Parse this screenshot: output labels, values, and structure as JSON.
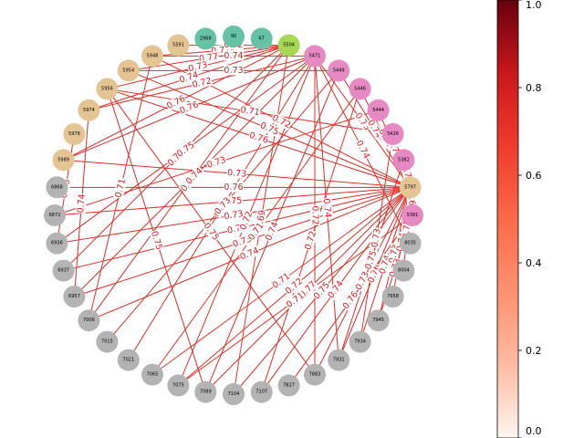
{
  "chart_data": {
    "type": "network",
    "layout": "circular",
    "colorbar": {
      "min": 0.0,
      "max": 1.0,
      "ticks": [
        "0.0",
        "0.2",
        "0.4",
        "0.6",
        "0.8",
        "1.0"
      ],
      "colormap": [
        "#fff5f0",
        "#fcbba1",
        "#fc9272",
        "#fb6a4a",
        "#ef3b2c",
        "#cb181d",
        "#67000d"
      ]
    },
    "group_colors": {
      "tan": "#e5c494",
      "teal": "#66c2a5",
      "lime": "#a6d854",
      "pink": "#e78ac3",
      "gray": "#b3b3b3"
    },
    "nodes": [
      {
        "id": "90",
        "group": "teal"
      },
      {
        "id": "67",
        "group": "teal"
      },
      {
        "id": "5504",
        "group": "lime"
      },
      {
        "id": "5471",
        "group": "pink"
      },
      {
        "id": "5449",
        "group": "pink"
      },
      {
        "id": "5446",
        "group": "pink"
      },
      {
        "id": "5444",
        "group": "pink"
      },
      {
        "id": "5426",
        "group": "pink"
      },
      {
        "id": "5382",
        "group": "pink"
      },
      {
        "id": "5797",
        "group": "tan"
      },
      {
        "id": "5381",
        "group": "pink"
      },
      {
        "id": "8035",
        "group": "gray"
      },
      {
        "id": "8004",
        "group": "gray"
      },
      {
        "id": "7958",
        "group": "gray"
      },
      {
        "id": "7945",
        "group": "gray"
      },
      {
        "id": "7934",
        "group": "gray"
      },
      {
        "id": "7931",
        "group": "gray"
      },
      {
        "id": "7883",
        "group": "gray"
      },
      {
        "id": "7827",
        "group": "gray"
      },
      {
        "id": "7107",
        "group": "gray"
      },
      {
        "id": "7104",
        "group": "gray"
      },
      {
        "id": "7089",
        "group": "gray"
      },
      {
        "id": "7075",
        "group": "gray"
      },
      {
        "id": "7065",
        "group": "gray"
      },
      {
        "id": "7021",
        "group": "gray"
      },
      {
        "id": "7015",
        "group": "gray"
      },
      {
        "id": "7006",
        "group": "gray"
      },
      {
        "id": "6957",
        "group": "gray"
      },
      {
        "id": "6937",
        "group": "gray"
      },
      {
        "id": "6936",
        "group": "gray"
      },
      {
        "id": "6872",
        "group": "gray"
      },
      {
        "id": "6868",
        "group": "gray"
      },
      {
        "id": "5989",
        "group": "tan"
      },
      {
        "id": "5978",
        "group": "tan"
      },
      {
        "id": "5974",
        "group": "tan"
      },
      {
        "id": "5956",
        "group": "tan"
      },
      {
        "id": "5954",
        "group": "tan"
      },
      {
        "id": "5948",
        "group": "tan"
      },
      {
        "id": "5591",
        "group": "tan"
      },
      {
        "id": "2968",
        "group": "teal"
      }
    ],
    "edges": [
      {
        "source": "5797",
        "target": "5956",
        "weight": 0.76
      },
      {
        "source": "5797",
        "target": "5989",
        "weight": 0.73
      },
      {
        "source": "5797",
        "target": "6868",
        "weight": 0.76
      },
      {
        "source": "5797",
        "target": "6872",
        "weight": 0.75
      },
      {
        "source": "5797",
        "target": "6936",
        "weight": 0.73
      },
      {
        "source": "5797",
        "target": "6937",
        "weight": 0.74
      },
      {
        "source": "5797",
        "target": "6957",
        "weight": 0.73
      },
      {
        "source": "5797",
        "target": "7006",
        "weight": 0.74
      },
      {
        "source": "5797",
        "target": "7065",
        "weight": 0.71
      },
      {
        "source": "5797",
        "target": "7075",
        "weight": 0.72
      },
      {
        "source": "5797",
        "target": "7089",
        "weight": 0.77
      },
      {
        "source": "5797",
        "target": "7104",
        "weight": 0.75
      },
      {
        "source": "5797",
        "target": "7107",
        "weight": 0.74
      },
      {
        "source": "5797",
        "target": "7883",
        "weight": 0.73
      },
      {
        "source": "5797",
        "target": "7931",
        "weight": 0.76
      },
      {
        "source": "5797",
        "target": "7934",
        "weight": 0.74
      },
      {
        "source": "5797",
        "target": "7945",
        "weight": 0.73
      },
      {
        "source": "5797",
        "target": "7958",
        "weight": 0.74
      },
      {
        "source": "5797",
        "target": "8004",
        "weight": 0.75
      },
      {
        "source": "5797",
        "target": "8035",
        "weight": 0.74
      },
      {
        "source": "5797",
        "target": "5471",
        "weight": 0.73
      },
      {
        "source": "5797",
        "target": "5449",
        "weight": 0.74
      },
      {
        "source": "5797",
        "target": "5446",
        "weight": 0.74
      },
      {
        "source": "5797",
        "target": "5444",
        "weight": 0.74
      },
      {
        "source": "5797",
        "target": "5426",
        "weight": 0.74
      },
      {
        "source": "5797",
        "target": "5382",
        "weight": 0.74
      },
      {
        "source": "5797",
        "target": "5948",
        "weight": 0.72
      },
      {
        "source": "5797",
        "target": "5954",
        "weight": 0.75
      },
      {
        "source": "5504",
        "target": "5948",
        "weight": 0.71
      },
      {
        "source": "5504",
        "target": "5954",
        "weight": 0.77
      },
      {
        "source": "5504",
        "target": "5956",
        "weight": 0.73
      },
      {
        "source": "5504",
        "target": "5974",
        "weight": 0.74
      },
      {
        "source": "5504",
        "target": "5989",
        "weight": 0.76
      },
      {
        "source": "5504",
        "target": "6937",
        "weight": 0.75
      },
      {
        "source": "5504",
        "target": "7006",
        "weight": 0.73
      },
      {
        "source": "5504",
        "target": "7104",
        "weight": 0.69
      },
      {
        "source": "5504",
        "target": "5591",
        "weight": 0.72
      },
      {
        "source": "5471",
        "target": "6957",
        "weight": 0.74
      },
      {
        "source": "5471",
        "target": "7075",
        "weight": 0.72
      },
      {
        "source": "5471",
        "target": "7021",
        "weight": 0.73
      },
      {
        "source": "5471",
        "target": "7883",
        "weight": 0.72
      },
      {
        "source": "5471",
        "target": "7931",
        "weight": 0.74
      },
      {
        "source": "5471",
        "target": "6936",
        "weight": 0.75
      },
      {
        "source": "5449",
        "target": "7015",
        "weight": 0.73
      },
      {
        "source": "5449",
        "target": "7089",
        "weight": 0.74
      },
      {
        "source": "5446",
        "target": "7065",
        "weight": 0.71
      },
      {
        "source": "5446",
        "target": "7107",
        "weight": 0.72
      },
      {
        "source": "5444",
        "target": "6872",
        "weight": 0.73
      },
      {
        "source": "5426",
        "target": "7934",
        "weight": 0.73
      },
      {
        "source": "5956",
        "target": "7883",
        "weight": 0.75
      },
      {
        "source": "5956",
        "target": "7089",
        "weight": 0.75
      },
      {
        "source": "5948",
        "target": "7006",
        "weight": 0.71
      },
      {
        "source": "5974",
        "target": "6957",
        "weight": 0.74
      },
      {
        "source": "5978",
        "target": "6936",
        "weight": 0.73
      },
      {
        "source": "5989",
        "target": "5471",
        "weight": 0.76
      },
      {
        "source": "5954",
        "target": "5449",
        "weight": 0.73
      },
      {
        "source": "5956",
        "target": "5426",
        "weight": 0.71
      },
      {
        "source": "5974",
        "target": "5471",
        "weight": 0.72
      },
      {
        "source": "5948",
        "target": "5471",
        "weight": 0.74
      },
      {
        "source": "5381",
        "target": "7827",
        "weight": 0.76
      },
      {
        "source": "5381",
        "target": "7075",
        "weight": 0.71
      },
      {
        "source": "5381",
        "target": "7945",
        "weight": 0.73
      },
      {
        "source": "8035",
        "target": "5471",
        "weight": 0.74
      },
      {
        "source": "5382",
        "target": "7931",
        "weight": 0.75
      },
      {
        "source": "5797",
        "target": "5381",
        "weight": 0.69
      }
    ]
  }
}
